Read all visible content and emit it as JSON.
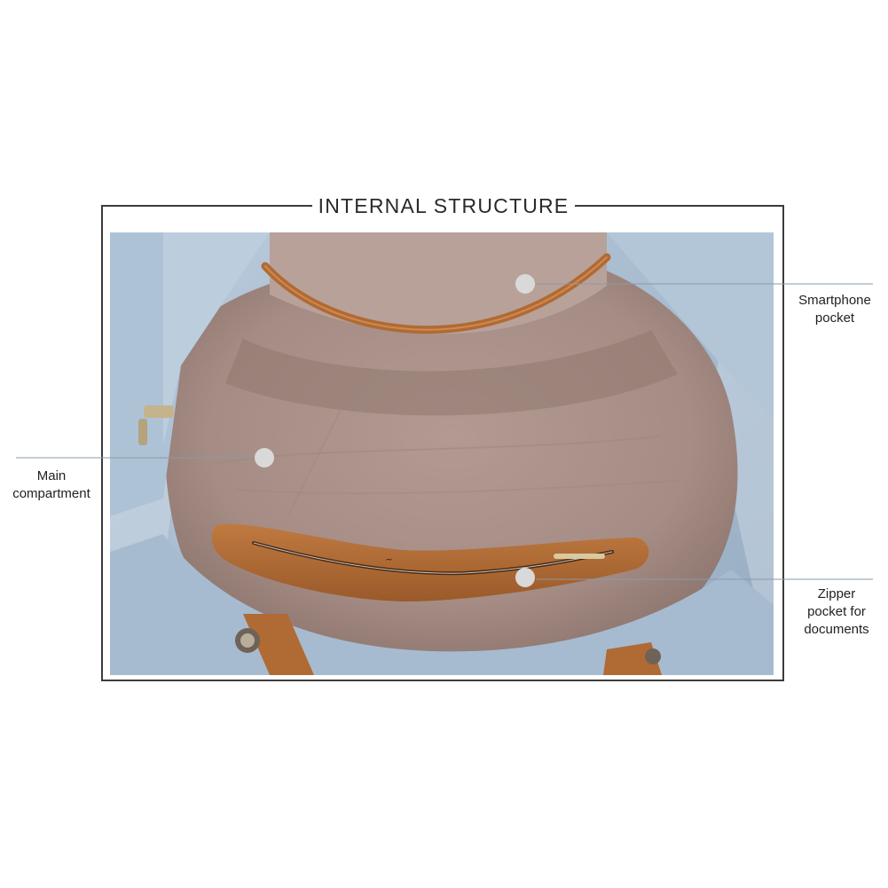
{
  "header": {
    "title": "INTERNAL STRUCTURE"
  },
  "callouts": {
    "smartphone": {
      "line1": "Smartphone",
      "line2": "pocket"
    },
    "main": {
      "line1": "Main",
      "line2": "compartment"
    },
    "zipper": {
      "line1": "Zipper",
      "line2": "pocket for",
      "line3": "documents"
    }
  },
  "colors": {
    "frame": "#3c3c3c",
    "lining": "#a89088",
    "denim": "#a9bed3",
    "leather": "#b06a33",
    "marker": "#d6d6d6",
    "leader_line": "#8a9aa8"
  }
}
